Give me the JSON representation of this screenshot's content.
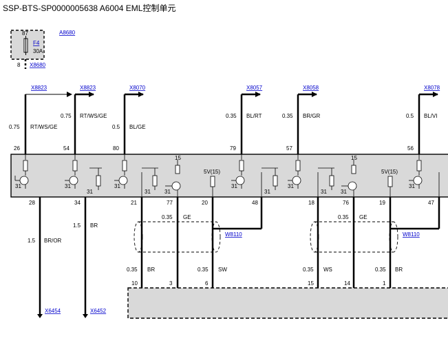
{
  "title": "SSP-BTS-SP0000005638 A6004 EML控制单元",
  "fuse": {
    "ref": "A8680",
    "pin_top": "87",
    "name": "F4",
    "rating": "30A",
    "pin_out": "8",
    "connector": "X8680"
  },
  "top_connectors": [
    {
      "label": "X8823",
      "size": "0.75",
      "color": "RT/WS/GE",
      "pin": "26"
    },
    {
      "label": "X8823",
      "size": "0.75",
      "color": "RT/WS/GE",
      "pin": "54"
    },
    {
      "label": "X8070",
      "size": "0.5",
      "color": "BL/GE",
      "pin": "80"
    },
    {
      "label": "X8057",
      "size": "0.35",
      "color": "BL/RT",
      "pin": "79"
    },
    {
      "label": "X8058",
      "size": "0.35",
      "color": "BR/GR",
      "pin": "57"
    },
    {
      "label": "X8078",
      "size": "0.5",
      "color": "BL/VI",
      "pin": "56"
    }
  ],
  "ecu_labels": {
    "ground": "31",
    "supply": "15",
    "volt": "5V(15)"
  },
  "bottom_pins": {
    "p28": "28",
    "p34": "34",
    "p21": "21",
    "p77": "77",
    "p20": "20",
    "p48": "48",
    "p18": "18",
    "p76": "76",
    "p19": "19",
    "p47": "47"
  },
  "bottom_wires": {
    "w28": {
      "size": "1.5",
      "color": "BR/OR",
      "connector": "X6454"
    },
    "w34": {
      "size": "1.5",
      "color": "BR",
      "connector": "X6452"
    },
    "ge1": {
      "size": "0.35",
      "color": "GE"
    },
    "ge2": {
      "size": "0.35",
      "color": "GE"
    },
    "shield1": "W8110",
    "shield2": "W8110",
    "br1": {
      "size": "0.35",
      "color": "BR",
      "pin": "10"
    },
    "sw": {
      "size": "0.35",
      "color": "SW",
      "pin": "6"
    },
    "ws": {
      "size": "0.35",
      "color": "WS",
      "pin": "15"
    },
    "br2": {
      "size": "0.35",
      "color": "BR",
      "pin": "1"
    },
    "pin3": "3",
    "pin14": "14"
  }
}
